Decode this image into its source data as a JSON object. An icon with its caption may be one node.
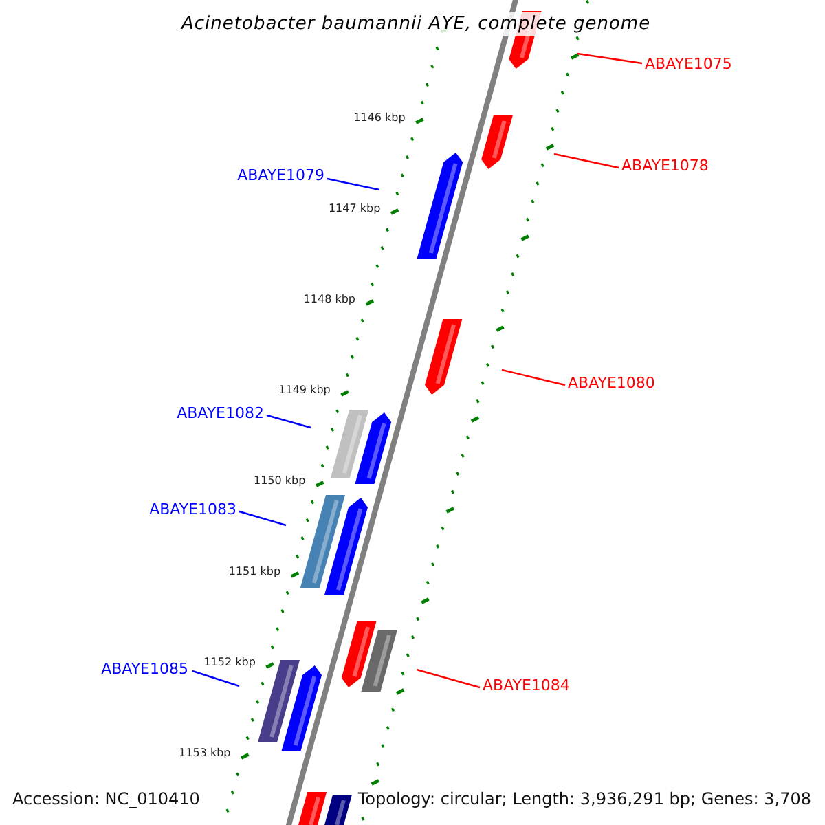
{
  "diagram": {
    "title": "Acinetobacter baumannii AYE, complete genome",
    "nodes": [
      {
        "text": [
          "ABAYE1075"
        ]
      },
      {
        "text": [
          "ABAYE1078"
        ]
      },
      {
        "text": [
          "ABAYE1079"
        ]
      },
      {
        "text": [
          "ABAYE1080"
        ]
      },
      {
        "text": [
          "ABAYE1082"
        ]
      },
      {
        "text": [
          "ABAYE1083"
        ]
      },
      {
        "text": [
          "ABAYE1084"
        ]
      },
      {
        "text": [
          "ABAYE1085"
        ]
      }
    ],
    "edges": [
      {
        "from": 0,
        "to": null,
        "arrow": "none"
      },
      {
        "from": 1,
        "to": null,
        "arrow": "none"
      },
      {
        "from": 2,
        "to": null,
        "arrow": "none",
        "color": "#0000ff"
      },
      {
        "from": 3,
        "to": null,
        "arrow": "none"
      },
      {
        "from": 4,
        "to": null,
        "arrow": "none",
        "color": "#0000ff"
      },
      {
        "from": 5,
        "to": null,
        "arrow": "none",
        "color": "#0000ff"
      },
      {
        "from": 6,
        "to": null,
        "arrow": "none"
      },
      {
        "from": 7,
        "to": null,
        "arrow": "none",
        "color": "#0000ff"
      }
    ],
    "labels": [
      "1146 kbp",
      "1147 kbp",
      "1148 kbp",
      "1149 kbp",
      "1150 kbp",
      "1151 kbp",
      "1152 kbp",
      "1153 kbp",
      "Accession: NC_010410",
      "Topology: circular; Length: 3,936,291 bp; Genes: 3,708"
    ]
  }
}
